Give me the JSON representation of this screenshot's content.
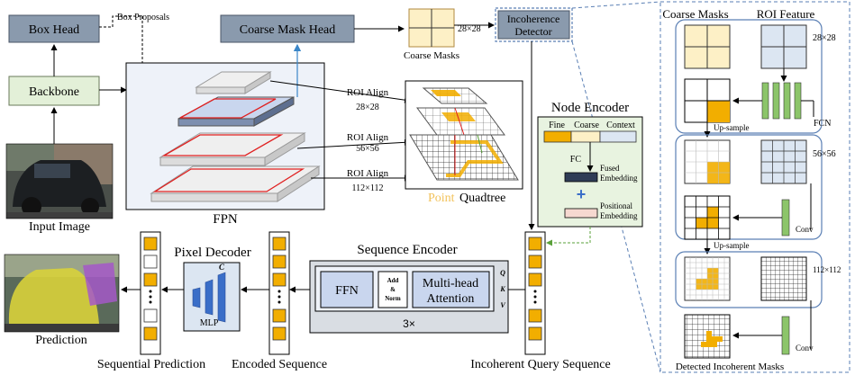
{
  "blocks": {
    "box_head": "Box Head",
    "backbone": "Backbone",
    "coarse_mask_head": "Coarse Mask Head",
    "incoherence_detector_line1": "Incoherence",
    "incoherence_detector_line2": "Detector"
  },
  "labels": {
    "box_proposals": "Box Proposals",
    "coarse_masks_size": "28×28",
    "coarse_masks": "Coarse Masks",
    "input_image": "Input Image",
    "fpn": "FPN",
    "roi_align": "ROI Align",
    "roi_size_1": "28×28",
    "roi_size_2": "56×56",
    "roi_size_3": "112×112",
    "point": "Point",
    "quadtree": "Quadtree"
  },
  "node_encoder": {
    "title": "Node Encoder",
    "fine": "Fine",
    "coarse": "Coarse",
    "context": "Context",
    "fc": "FC",
    "fused_line1": "Fused",
    "fused_line2": "Embedding",
    "plus": "+",
    "positional_line1": "Positional",
    "positional_line2": "Embedding"
  },
  "sequence_encoder": {
    "title": "Sequence Encoder",
    "ffn": "FFN",
    "add": "Add",
    "amp": "&",
    "norm": "Norm",
    "mha_line1": "Multi-head",
    "mha_line2": "Attention",
    "q": "Q",
    "k": "K",
    "v": "V",
    "repeat": "3×"
  },
  "pixel_decoder": {
    "title": "Pixel Decoder",
    "c": "C",
    "mlp": "MLP"
  },
  "bottom_labels": {
    "prediction": "Prediction",
    "sequential_prediction": "Sequential Prediction",
    "encoded_sequence": "Encoded Sequence",
    "incoherent_query_sequence": "Incoherent Query Sequence"
  },
  "detector_panel": {
    "coarse_masks": "Coarse Masks",
    "roi_feature": "ROI Feature",
    "size_28": "28×28",
    "fcn": "FCN",
    "upsample_1": "Up-sample",
    "size_56": "56×56",
    "conv_1": "Conv",
    "upsample_2": "Up-sample",
    "size_112": "112×112",
    "conv_2": "Conv",
    "detected": "Detected Incoherent Masks"
  },
  "colors": {
    "block_fill": "#8a9aad",
    "backbone_fill": "#e3f0d8",
    "yellow": "#f2ae00",
    "light_yellow": "#fdf0c6",
    "light_blue": "#dce6f2",
    "green": "#8cc56a",
    "dark_navy": "#2f3c56",
    "pink": "#f6d8d0",
    "blue_arrow": "#3a86c8",
    "dashed_blue": "#5a7fb4",
    "red": "#e02020",
    "node_panel_bg": "#e8f3e0"
  }
}
